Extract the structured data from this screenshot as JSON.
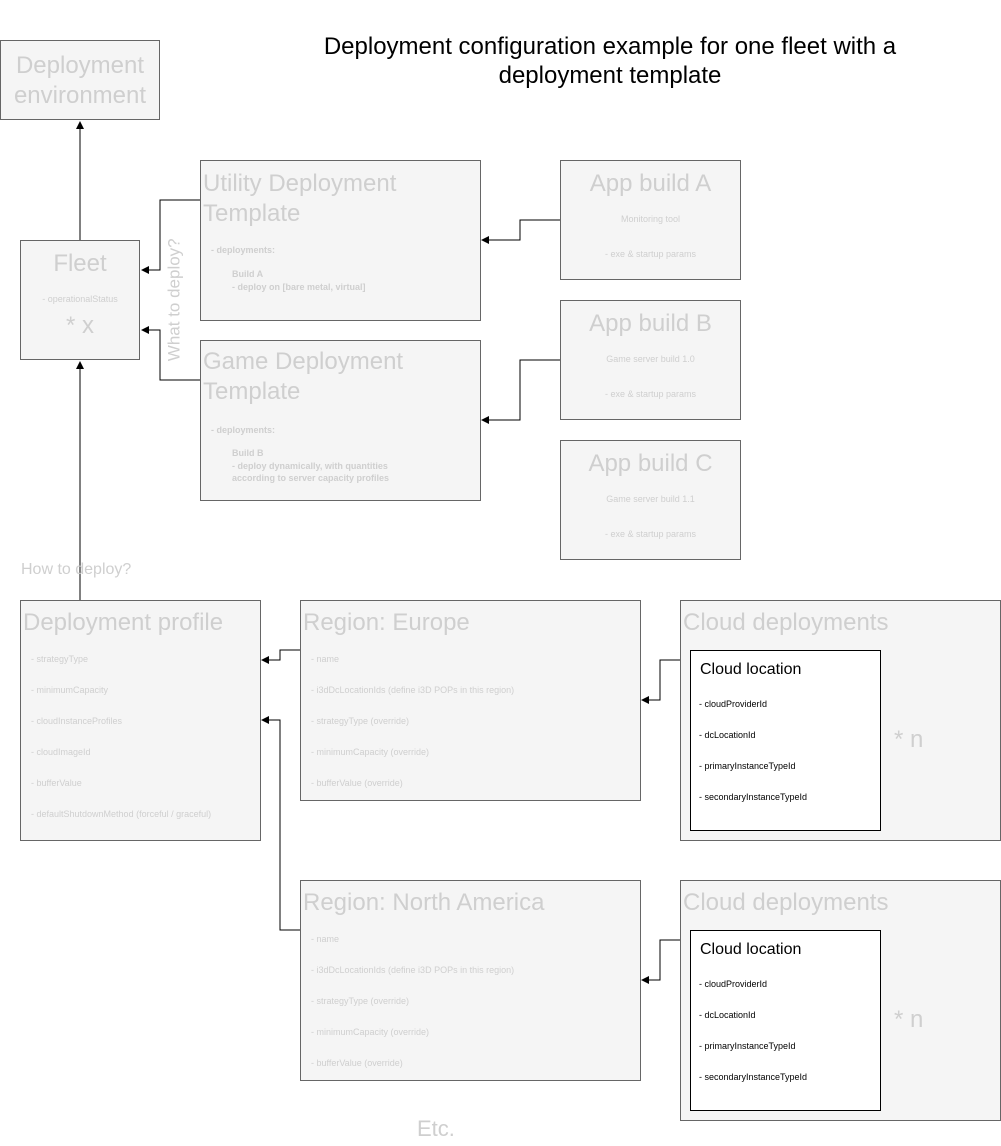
{
  "title_line1": "Deployment configuration example for one fleet with a",
  "title_line2": "deployment template",
  "deployment_environment": {
    "line1": "Deployment",
    "line2": "environment"
  },
  "fleet": {
    "title": "Fleet",
    "field": "- operationalStatus",
    "multiplier": "* x"
  },
  "what_to_deploy": "What to deploy?",
  "how_to_deploy": "How to deploy?",
  "utility_template": {
    "title_line1": "Utility Deployment",
    "title_line2": "Template",
    "deployments": "- deployments:",
    "build": "Build A",
    "detail": "- deploy on [bare metal, virtual]"
  },
  "game_template": {
    "title_line1": "Game Deployment",
    "title_line2": "Template",
    "deployments": "- deployments:",
    "build": "Build B",
    "detail_line1": "- deploy dynamically, with quantities",
    "detail_line2": "according to server capacity profiles"
  },
  "app_builds": [
    {
      "title": "App build A",
      "desc": "Monitoring tool",
      "params": "- exe & startup params"
    },
    {
      "title": "App build B",
      "desc": "Game server build 1.0",
      "params": "- exe & startup params"
    },
    {
      "title": "App build C",
      "desc": "Game server build 1.1",
      "params": "- exe & startup params"
    }
  ],
  "deployment_profile": {
    "title": "Deployment profile",
    "fields": [
      "- strategyType",
      "- minimumCapacity",
      "- cloudInstanceProfiles",
      "- cloudImageId",
      "- bufferValue",
      "- defaultShutdownMethod (forceful / graceful)"
    ]
  },
  "regions": [
    {
      "title": "Region: Europe",
      "fields": [
        "- name",
        "- i3dDcLocationIds (define i3D POPs in this region)",
        "- strategyType (override)",
        "- minimumCapacity (override)",
        "- bufferValue (override)"
      ]
    },
    {
      "title": "Region: North America",
      "fields": [
        "- name",
        "- i3dDcLocationIds (define i3D POPs in this region)",
        "- strategyType (override)",
        "- minimumCapacity (override)",
        "- bufferValue (override)"
      ]
    }
  ],
  "cloud_deployments": [
    {
      "title": "Cloud deployments",
      "location_title": "Cloud location",
      "fields": [
        "- cloudProviderId",
        "- dcLocationId",
        "- primaryInstanceTypeId",
        "- secondaryInstanceTypeId"
      ],
      "multiplier": "* n"
    },
    {
      "title": "Cloud deployments",
      "location_title": "Cloud location",
      "fields": [
        "- cloudProviderId",
        "- dcLocationId",
        "- primaryInstanceTypeId",
        "- secondaryInstanceTypeId"
      ],
      "multiplier": "* n"
    }
  ],
  "etc": "Etc.",
  "colors": {
    "box_fill": "#f5f5f5",
    "box_border": "#666666",
    "faded_text": "#cfcfcf",
    "line": "#000000"
  }
}
